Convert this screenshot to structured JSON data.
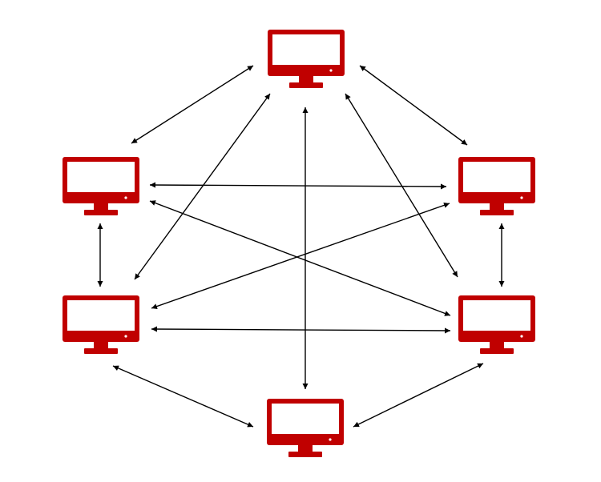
{
  "diagram": {
    "type": "mesh-network",
    "node_icon": "monitor-icon",
    "node_color": "#c00000",
    "edge_color": "#000000",
    "edge_style": "double-headed-arrow",
    "nodes": [
      {
        "id": "top",
        "name": "computer-top"
      },
      {
        "id": "upper-left",
        "name": "computer-upper-left"
      },
      {
        "id": "upper-right",
        "name": "computer-upper-right"
      },
      {
        "id": "lower-left",
        "name": "computer-lower-left"
      },
      {
        "id": "lower-right",
        "name": "computer-lower-right"
      },
      {
        "id": "bottom",
        "name": "computer-bottom"
      }
    ],
    "edges": [
      {
        "from": "top",
        "to": "upper-left"
      },
      {
        "from": "top",
        "to": "upper-right"
      },
      {
        "from": "top",
        "to": "lower-left"
      },
      {
        "from": "top",
        "to": "lower-right"
      },
      {
        "from": "top",
        "to": "bottom"
      },
      {
        "from": "upper-left",
        "to": "upper-right"
      },
      {
        "from": "upper-left",
        "to": "lower-left"
      },
      {
        "from": "upper-left",
        "to": "lower-right"
      },
      {
        "from": "upper-right",
        "to": "lower-left"
      },
      {
        "from": "upper-right",
        "to": "lower-right"
      },
      {
        "from": "lower-left",
        "to": "lower-right"
      },
      {
        "from": "lower-left",
        "to": "bottom"
      },
      {
        "from": "lower-right",
        "to": "bottom"
      }
    ]
  }
}
